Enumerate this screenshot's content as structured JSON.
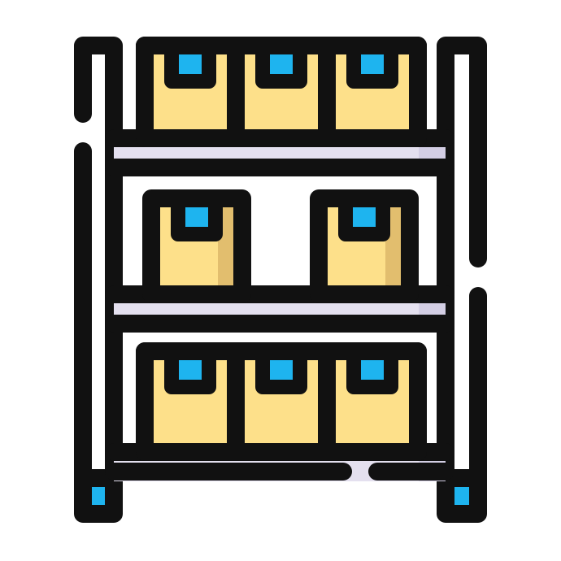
{
  "icon": {
    "name": "warehouse-shelf-icon",
    "colors": {
      "outline": "#111111",
      "box_fill": "#FDE08A",
      "box_shade": "#E2BE6E",
      "tape": "#1EB4EF",
      "shelf_board": "#E4E0EF",
      "shelf_board_edge": "#D3CEE4",
      "foot": "#1EB4EF",
      "post_fill": "#FFFFFF"
    },
    "shelves": [
      {
        "name": "top-shelf",
        "box_count": 3
      },
      {
        "name": "middle-shelf",
        "box_count": 2
      },
      {
        "name": "bottom-shelf",
        "box_count": 3
      }
    ]
  }
}
